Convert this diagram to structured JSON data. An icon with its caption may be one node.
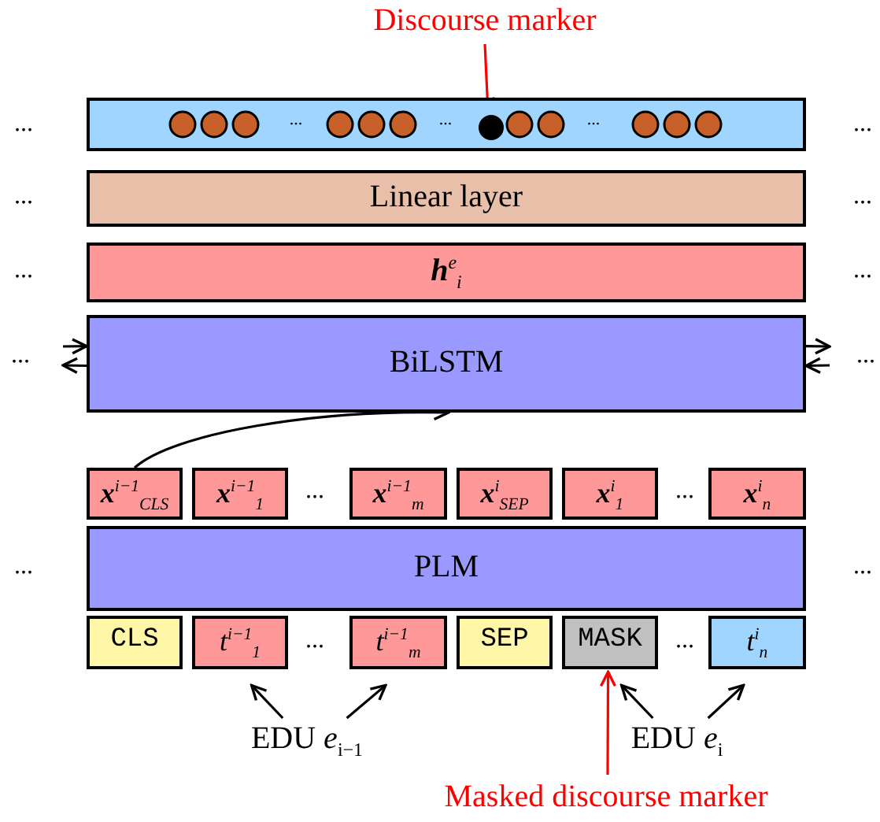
{
  "diagram": {
    "nodes": [
      {
        "text": [
          "Discourse marker"
        ]
      },
      {
        "text": [],
        "shape": "bar"
      },
      {
        "text": [],
        "shape": "circle",
        "in": 1
      },
      {
        "text": [
          "Linear layer"
        ]
      },
      {
        "text": [
          "**h**$^{e}$$_{i}$"
        ]
      },
      {
        "text": [
          "BiLSTM"
        ]
      },
      {
        "text": [
          "**x**$^{i−1}$$_{CLS}$"
        ]
      },
      {
        "text": [
          "**x**$^{i−1}$$_{1}$"
        ]
      },
      {
        "text": [
          "**x**$^{i−1}$$_{m}$"
        ]
      },
      {
        "text": [
          "**x**$^{i}$$_{SEP}$"
        ]
      },
      {
        "text": [
          "**x**$^{i}$$_{1}$"
        ]
      },
      {
        "text": [
          "**x**$^{i}$$_{n}$"
        ]
      },
      {
        "text": [
          "PLM"
        ]
      },
      {
        "text": [
          "CLS"
        ]
      },
      {
        "text": [
          "t$^{i−1}$$_{1}$"
        ]
      },
      {
        "text": [
          "t$^{i−1}$$_{m}$"
        ]
      },
      {
        "text": [
          "SEP"
        ]
      },
      {
        "text": [
          "MASK"
        ]
      },
      {
        "text": [
          "t$^{i}$$_{n}$"
        ]
      },
      {
        "text": [
          "EDU *e*$_{i−1}$"
        ]
      },
      {
        "text": [
          "EDU *e*$_{i}$"
        ]
      },
      {
        "text": [
          "Masked discourse marker"
        ]
      }
    ],
    "edges": [
      {
        "from": 0,
        "to": 2,
        "arrow": "to",
        "color": "#ff0000"
      },
      {
        "from": null,
        "to": 5,
        "arrow": "to"
      },
      {
        "from": 5,
        "to": null,
        "arrow": "to"
      },
      {
        "from": 5,
        "to": null,
        "arrow": "to"
      },
      {
        "from": null,
        "to": 5,
        "arrow": "to"
      },
      {
        "from": 6,
        "to": 5,
        "arrow": "to"
      },
      {
        "from": 19,
        "to": 14,
        "arrow": "to"
      },
      {
        "from": 19,
        "to": 15,
        "arrow": "to"
      },
      {
        "from": 20,
        "to": 17,
        "arrow": "to"
      },
      {
        "from": 20,
        "to": 18,
        "arrow": "to"
      },
      {
        "from": 21,
        "to": 17,
        "arrow": "to",
        "color": "#ff0000"
      }
    ],
    "labels": [
      "...",
      "...",
      "...",
      "...",
      "...",
      "...",
      "...",
      "...",
      "...",
      "...",
      "...",
      "...",
      "...",
      "...",
      "...",
      "...",
      "..."
    ]
  }
}
